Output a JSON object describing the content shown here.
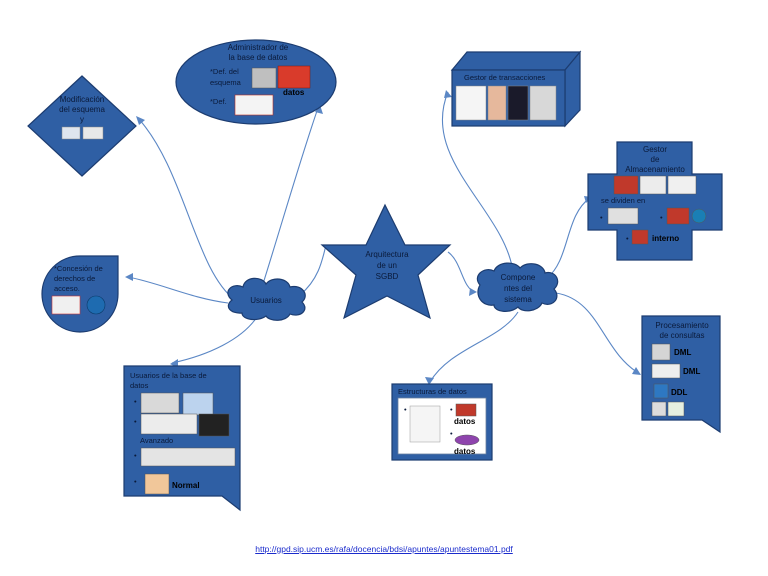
{
  "center": {
    "line1": "Arquitectura",
    "line2": "de un",
    "line3": "SGBD"
  },
  "usuarios": {
    "label": "Usuarios"
  },
  "componentes": {
    "line1": "Compone",
    "line2": "ntes del",
    "line3": "sistema"
  },
  "modificacion": {
    "line1": "Modificación",
    "line2": "del esquema",
    "line3": "y"
  },
  "administrador": {
    "line1": "Administrador de",
    "line2": "la base de datos",
    "item1a": "*Def. del",
    "item1b": "esquema",
    "item2": "*Def.",
    "datos": "datos"
  },
  "concesion": {
    "line1": "*Concesión de",
    "line2": "derechos de",
    "line3": "acceso."
  },
  "usuarios_bd": {
    "line1": "Usuarios de la base de",
    "line2": "datos",
    "avanzado": "Avanzado",
    "normal": "Normal",
    "bullet": "•"
  },
  "estructuras": {
    "title": "Estructuras de datos",
    "datos1": "datos",
    "datos2": "datos",
    "bullet": "•"
  },
  "transacciones": {
    "title": "Gestor de transacciones"
  },
  "almacenamiento": {
    "line1": "Gestor",
    "line2": "de",
    "line3": "Almacenamiento",
    "se_dividen": "se dividen en",
    "interno": "interno",
    "bullet": "•"
  },
  "procesamiento": {
    "line1": "Procesamiento",
    "line2": "de consultas",
    "dml1": "DML",
    "dml2": "DML",
    "ddl": "DDL"
  },
  "footer": {
    "link": "http://gpd.sip.ucm.es/rafa/docencia/bdsi/apuntes/apuntestema01.pdf"
  },
  "colors": {
    "shape_fill": "#2f5fa4",
    "connector": "#5b87c5",
    "link": "#1a2bcc"
  }
}
